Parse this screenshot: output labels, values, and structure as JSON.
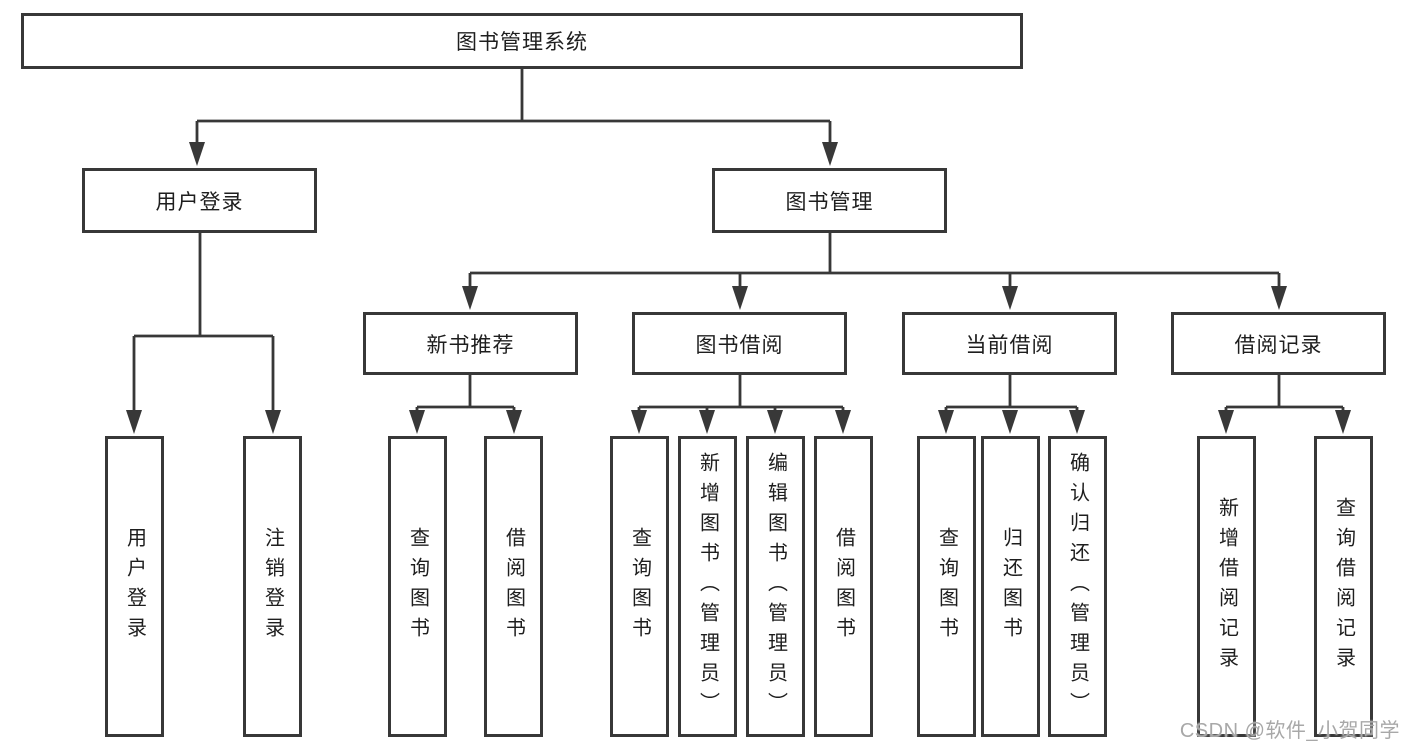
{
  "tree": {
    "label": "图书管理系统",
    "children": [
      {
        "label": "用户登录",
        "children": [
          {
            "label": "用户登录"
          },
          {
            "label": "注销登录"
          }
        ]
      },
      {
        "label": "图书管理",
        "children": [
          {
            "label": "新书推荐",
            "children": [
              {
                "label": "查询图书"
              },
              {
                "label": "借阅图书"
              }
            ]
          },
          {
            "label": "图书借阅",
            "children": [
              {
                "label": "查询图书"
              },
              {
                "label": "新增图书（管理员）"
              },
              {
                "label": "编辑图书（管理员）"
              },
              {
                "label": "借阅图书"
              }
            ]
          },
          {
            "label": "当前借阅",
            "children": [
              {
                "label": "查询图书"
              },
              {
                "label": "归还图书"
              },
              {
                "label": "确认归还（管理员）"
              }
            ]
          },
          {
            "label": "借阅记录",
            "children": [
              {
                "label": "新增借阅记录"
              },
              {
                "label": "查询借阅记录"
              }
            ]
          }
        ]
      }
    ]
  },
  "watermark": {
    "text": "CSDN @软件_小贺同学"
  },
  "colors": {
    "line": "#383838",
    "text": "#1e1e1e",
    "box_bg": "#ffffff",
    "watermark": "#a8a8a8"
  }
}
